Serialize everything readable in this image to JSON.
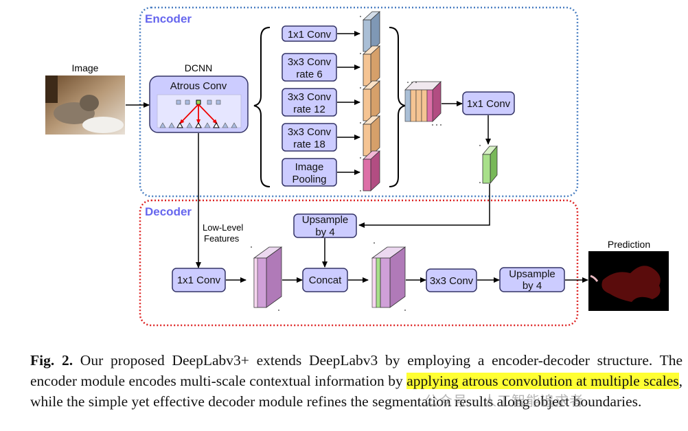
{
  "sections": {
    "encoder": "Encoder",
    "decoder": "Decoder"
  },
  "labels": {
    "image": "Image",
    "dcnn": "DCNN",
    "atrous_conv": "Atrous Conv",
    "prediction": "Prediction",
    "low_level": [
      "Low-Level",
      "Features"
    ]
  },
  "encoder_branches": [
    {
      "lines": [
        "1x1 Conv"
      ]
    },
    {
      "lines": [
        "3x3 Conv",
        "rate 6"
      ]
    },
    {
      "lines": [
        "3x3 Conv",
        "rate 12"
      ]
    },
    {
      "lines": [
        "3x3 Conv",
        "rate 18"
      ]
    },
    {
      "lines": [
        "Image",
        "Pooling"
      ]
    }
  ],
  "encoder_conv": "1x1 Conv",
  "decoder_boxes": {
    "upsample_top": [
      "Upsample",
      "by 4"
    ],
    "conv1x1": "1x1 Conv",
    "concat": "Concat",
    "conv3x3": "3x3 Conv",
    "upsample_right": [
      "Upsample",
      "by 4"
    ]
  },
  "caption": {
    "fig": "Fig. 2.",
    "text_before": " Our proposed DeepLabv3+ extends DeepLabv3 by employing a encoder-decoder structure. The encoder module encodes multi-scale contextual information by ",
    "highlight": "applying atrous convolution at multiple scales",
    "text_after": ", while the simple yet effective decoder module refines the segmentation results along object boundaries."
  },
  "watermark": "公众号 · 人工智能追求者",
  "colors": {
    "box_fill": "#ccccff",
    "box_stroke": "#333366",
    "encoder_border": "#4a7fc1",
    "decoder_border": "#dd2222",
    "section_text": "#6666ee",
    "fm_blue": "#aabfd6",
    "fm_orange": "#f5c493",
    "fm_pink": "#dd6fa7",
    "fm_green": "#a8e08a",
    "fm_lilac": "#d0a0d8",
    "highlight": "#ffff33"
  }
}
